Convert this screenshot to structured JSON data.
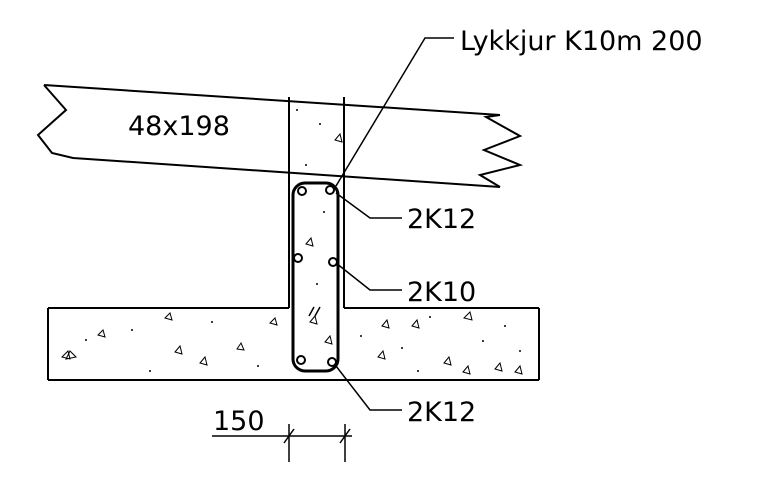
{
  "labels": {
    "beam": "48x198",
    "stirrup": "Lykkjur K10m 200",
    "top_rebar": "2K12",
    "middle_rebar": "2K10",
    "bottom_rebar": "2K12",
    "dimension": "150"
  },
  "colors": {
    "line": "#000000",
    "background": "#ffffff"
  }
}
